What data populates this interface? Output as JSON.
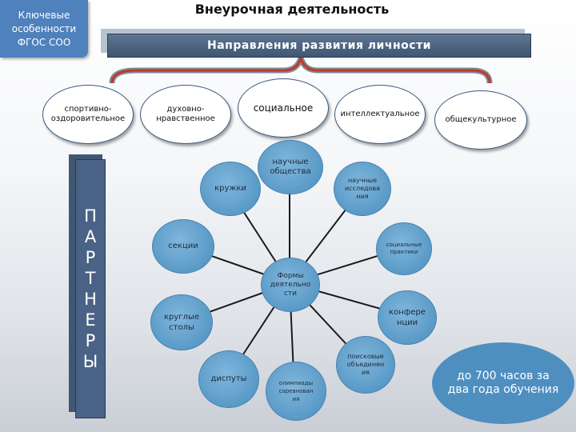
{
  "badge": {
    "text": "Ключевые\nособенности\nФГОС СОО"
  },
  "title": "Внеурочная деятельность",
  "header": "Направления развития личности",
  "directions": [
    {
      "label": "спортивно-\nоздоровительное"
    },
    {
      "label": "духовно-\nнравственное"
    },
    {
      "label": "социальное"
    },
    {
      "label": "интеллектуальное"
    },
    {
      "label": "общекультурное"
    }
  ],
  "partners": {
    "letters": [
      "П",
      "А",
      "Р",
      "Т",
      "Н",
      "Е",
      "Р",
      "Ы"
    ]
  },
  "center": {
    "label": "Формы\nдеятельно\nсти"
  },
  "forms": [
    {
      "label": "научные\nобщества"
    },
    {
      "label": "научные\nисследова\nния"
    },
    {
      "label": "социальные\nпрактики"
    },
    {
      "label": "конфере\nнции"
    },
    {
      "label": "поисковые\nобъединен\nия"
    },
    {
      "label": "олимпиады\nсоревнован\nия"
    },
    {
      "label": "диспуты"
    },
    {
      "label": "круглые\nстолы"
    },
    {
      "label": "секции"
    },
    {
      "label": "кружки"
    }
  ],
  "hours": "до 700 часов за\nдва года обучения",
  "colors": {
    "accent": "#4f81bd",
    "node": "#5a9ac7",
    "header": "#46607f",
    "bracket": "#c0392b"
  }
}
